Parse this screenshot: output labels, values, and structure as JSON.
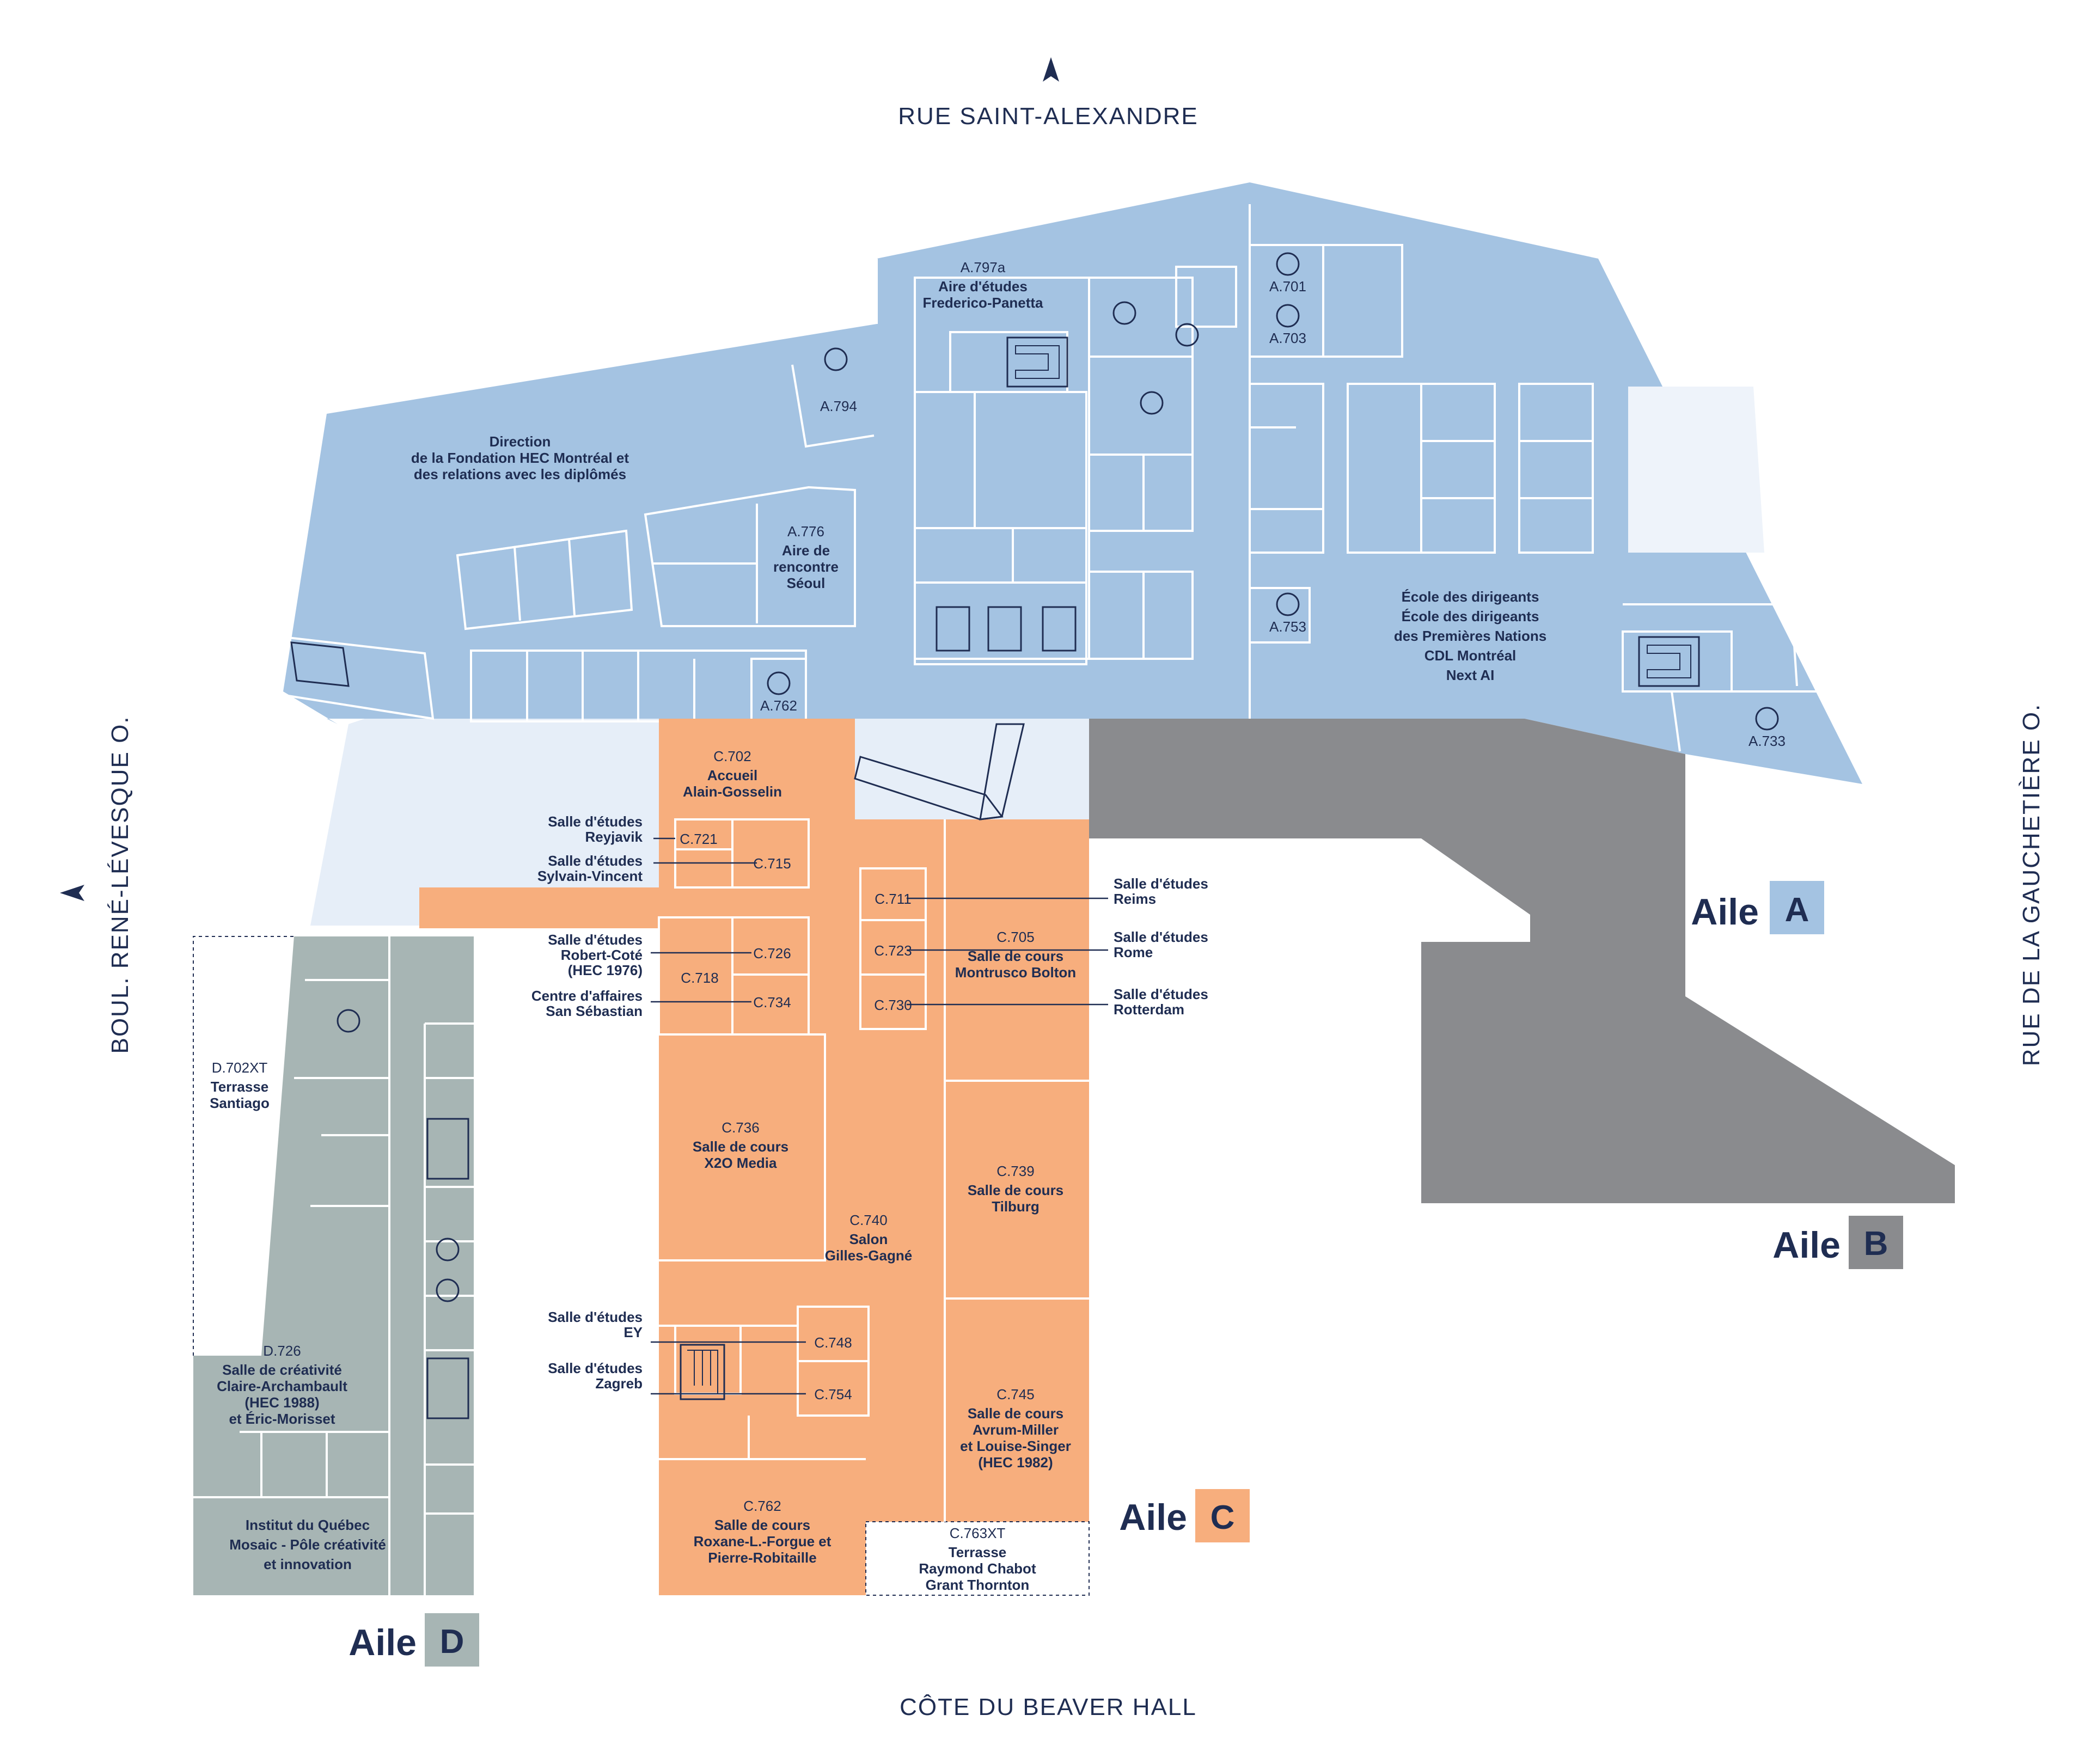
{
  "streets": {
    "north": "RUE SAINT-ALEXANDRE",
    "south": "CÔTE DU BEAVER HALL",
    "west": "BOUL. RENÉ-LÉVESQUE O.",
    "east": "RUE DE LA GAUCHETIÈRE O."
  },
  "colors": {
    "wing_a": "#a4c3e2",
    "wing_b": "#8a8b8e",
    "wing_c": "#f7ae7d",
    "wing_d": "#a7b5b4",
    "atrium": "#e6eef8",
    "text": "#1f2d52"
  },
  "wings": [
    {
      "word": "Aile",
      "letter": "A"
    },
    {
      "word": "Aile",
      "letter": "B"
    },
    {
      "word": "Aile",
      "letter": "C"
    },
    {
      "word": "Aile",
      "letter": "D"
    }
  ],
  "rooms_a": [
    {
      "name": "Direction\nde la Fondation HEC Montréal et\ndes relations avec les diplômés"
    },
    {
      "id": "A.797a",
      "name": "Aire d'études\nFrederico-Panetta"
    },
    {
      "id": "A.794"
    },
    {
      "id": "A.776",
      "name": "Aire de\nrencontre\nSéoul"
    },
    {
      "id": "A.762"
    },
    {
      "id": "A.701"
    },
    {
      "id": "A.703"
    },
    {
      "id": "A.753"
    },
    {
      "id": "A.733"
    },
    {
      "name": "École des dirigeants\nÉcole des dirigeants\ndes Premières Nations\nCDL Montréal\nNext AI"
    }
  ],
  "rooms_c": [
    {
      "id": "C.702",
      "name": "Accueil\nAlain-Gosselin"
    },
    {
      "id": "C.721"
    },
    {
      "id": "C.715"
    },
    {
      "id": "C.726"
    },
    {
      "id": "C.718"
    },
    {
      "id": "C.734"
    },
    {
      "id": "C.711"
    },
    {
      "id": "C.723"
    },
    {
      "id": "C.730"
    },
    {
      "id": "C.705",
      "name": "Salle de cours\nMontrusco Bolton"
    },
    {
      "id": "C.736",
      "name": "Salle de cours\nX2O Media"
    },
    {
      "id": "C.740",
      "name": "Salon\nGilles-Gagné"
    },
    {
      "id": "C.739",
      "name": "Salle de cours\nTilburg"
    },
    {
      "id": "C.748"
    },
    {
      "id": "C.754"
    },
    {
      "id": "C.745",
      "name": "Salle de cours\nAvrum-Miller\net Louise-Singer\n(HEC 1982)"
    },
    {
      "id": "C.762",
      "name": "Salle de cours\nRoxane-L.-Forgue et\nPierre-Robitaille"
    },
    {
      "id": "C.763XT",
      "name": "Terrasse\nRaymond Chabot\nGrant Thornton"
    }
  ],
  "rooms_d": [
    {
      "id": "D.702XT",
      "name": "Terrasse\nSantiago"
    },
    {
      "id": "D.726",
      "name": "Salle de créativité\nClaire-Archambault\n(HEC 1988)\net Éric-Morisset"
    },
    {
      "name": "Institut du Québec\nMosaic - Pôle créativité\net innovation"
    }
  ],
  "callouts": [
    {
      "label": "Salle d'études\nReyjavik"
    },
    {
      "label": "Salle d'études\nSylvain-Vincent"
    },
    {
      "label": "Salle d'études\nRobert-Coté\n(HEC 1976)"
    },
    {
      "label": "Centre d'affaires\nSan Sébastian"
    },
    {
      "label": "Salle d'études\nEY"
    },
    {
      "label": "Salle d'études\nZagreb"
    },
    {
      "label": "Salle d'études\nReims"
    },
    {
      "label": "Salle d'études\nRome"
    },
    {
      "label": "Salle d'études\nRotterdam"
    }
  ]
}
